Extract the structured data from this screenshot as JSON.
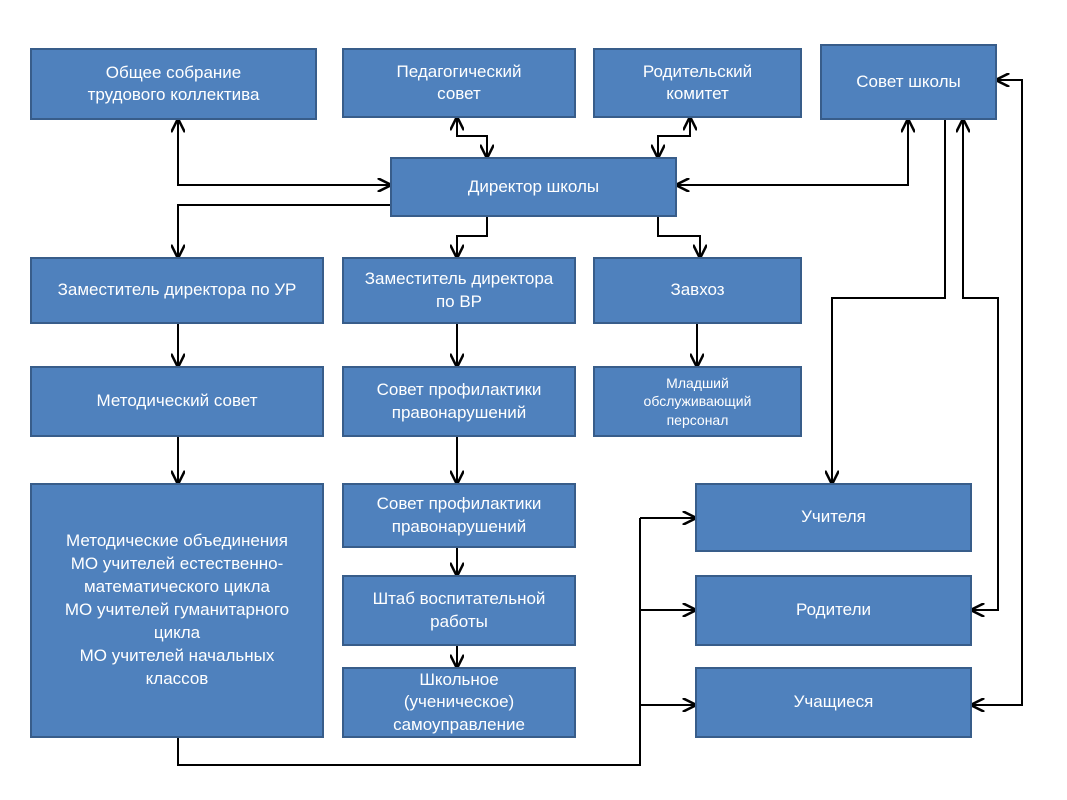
{
  "boxes": {
    "general_meeting": "Общее собрание\nтрудового коллектива",
    "pedagogical_council": "Педагогический\nсовет",
    "parent_committee": "Родительский\nкомитет",
    "school_council": "Совет школы",
    "director": "Директор школы",
    "deputy_ur": "Заместитель директора по УР",
    "deputy_vr": "Заместитель директора\nпо ВР",
    "supply_manager": "Завхоз",
    "methodical_council": "Методический совет",
    "prevention_council_1": "Совет профилактики\nправонарушений",
    "junior_staff": "Младший\nобслуживающий\nперсонал",
    "methodical_associations": "Методические объединения\nМО учителей естественно-\nматематического цикла\nМО учителей гуманитарного\nцикла\nМО учителей начальных\nклассов",
    "prevention_council_2": "Совет профилактики\nправонарушений",
    "education_staff": "Штаб воспитательной\nработы",
    "student_government": "Школьное\n(ученическое)\nсамоуправление",
    "teachers": "Учителя",
    "parents": "Родители",
    "students": "Учащиеся"
  },
  "colors": {
    "box_fill": "#4f81bd",
    "box_border": "#385d8a",
    "box_text": "#ffffff",
    "connector": "#000000"
  }
}
